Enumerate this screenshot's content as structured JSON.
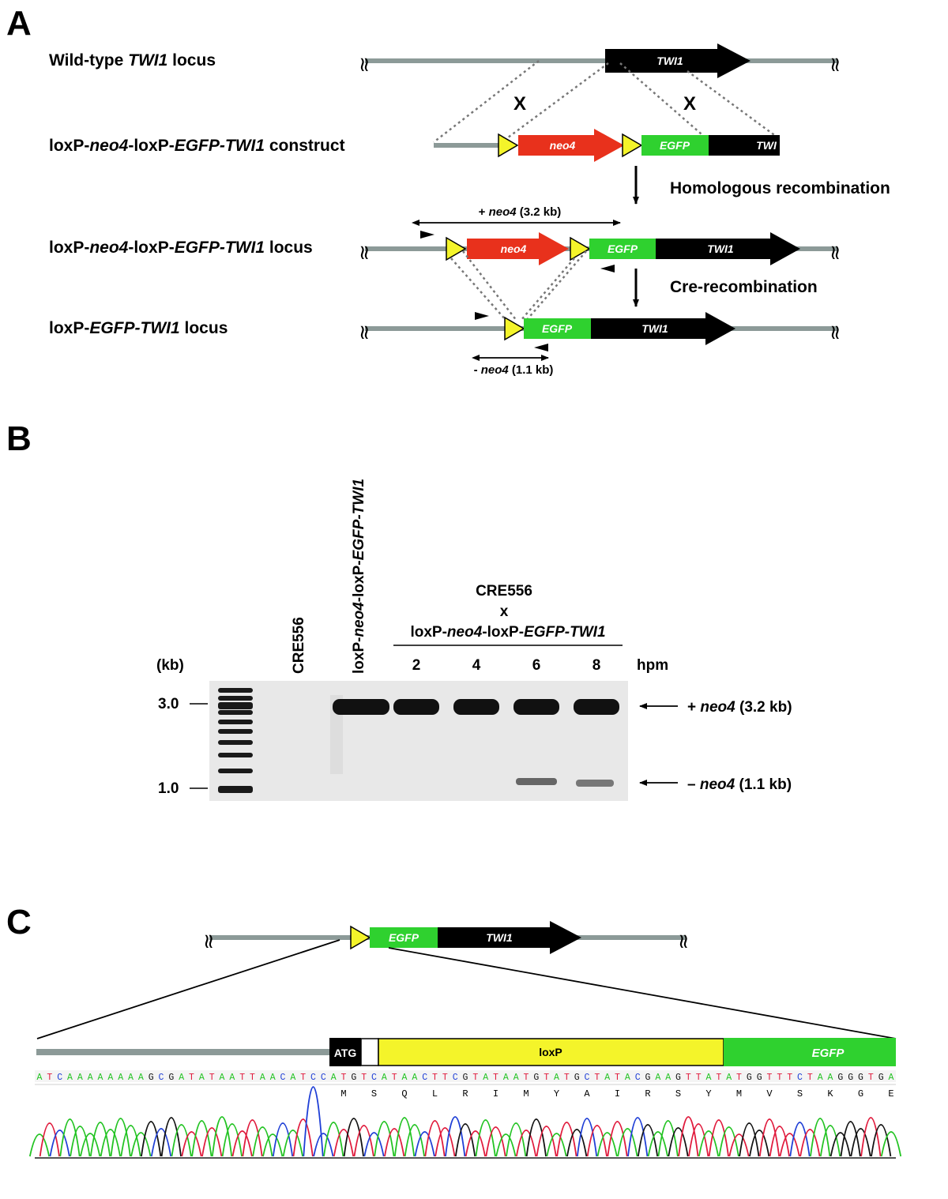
{
  "colors": {
    "backbone": "#8c9a98",
    "twi1": "#000000",
    "neo4": "#e8311c",
    "egfp": "#2fd12f",
    "loxp": "#f4f42a",
    "gel_bg": "#e8e8e8",
    "band": "#111111",
    "trace_a": "#22c322",
    "trace_c": "#1f3fd6",
    "trace_g": "#111111",
    "trace_t": "#e01a3c"
  },
  "panel_a": {
    "letter": "A",
    "wildtype": {
      "pre": "Wild-type ",
      "gene": "TWI1",
      "post": " locus"
    },
    "construct": {
      "p1": "loxP-",
      "p2": "neo4",
      "p3": "-loxP-",
      "p4": "EGFP-TWI1",
      "p5": " construct"
    },
    "locus1": {
      "p1": "loxP-",
      "p2": "neo4",
      "p3": "-loxP-",
      "p4": "EGFP-TWI1",
      "p5": " locus"
    },
    "locus2": {
      "p1": "loxP-",
      "p2": "EGFP-TWI1",
      "p3": " locus"
    },
    "genes": {
      "twi1": "TWI1",
      "twi_trunc": "TWI",
      "neo4": "neo4",
      "egfp": "EGFP"
    },
    "cross": "X",
    "homologous": "Homologous recombination",
    "cre": "Cre-recombination",
    "plus_neo": {
      "sign": "+ ",
      "gene": "neo4",
      "size": " (3.2 kb)"
    },
    "minus_neo": {
      "sign": "- ",
      "gene": "neo4",
      "size": " (1.1 kb)"
    },
    "break_symbol": "≈"
  },
  "panel_b": {
    "letter": "B",
    "lane_cre": "CRE556",
    "lane_lox": {
      "p1": "loxP-",
      "p2": "neo4",
      "p3": "-loxP-",
      "p4": "EGFP-TWI1"
    },
    "cross_title": "CRE556",
    "cross_x": "x",
    "cross_strain": {
      "p1": "loxP-",
      "p2": "neo4",
      "p3": "-loxP-",
      "p4": "EGFP-TWI1"
    },
    "timepoints": [
      "2",
      "4",
      "6",
      "8"
    ],
    "unit": "hpm",
    "kb_label": "(kb)",
    "marker_3": "3.0",
    "marker_1": "1.0",
    "band_plus": {
      "sign": "+ ",
      "gene": "neo4",
      "size": " (3.2 kb)"
    },
    "band_minus": {
      "sign": "– ",
      "gene": "neo4",
      "size": " (1.1 kb)"
    }
  },
  "panel_c": {
    "letter": "C",
    "egfp": "EGFP",
    "twi1": "TWI1",
    "atg": "ATG",
    "loxp": "loxP",
    "egfp_box": "EGFP",
    "sequence": "ATCAAAAAAAAGCGATATAATTAACATCCATGTCATAACTTCGTATAATGTATGCTATACGAAGTTATATGGTTTCTAAGGGTGA",
    "amino_acids": [
      "M",
      "S",
      "Q",
      "L",
      "R",
      "I",
      "M",
      "Y",
      "A",
      "I",
      "R",
      "S",
      "Y",
      "M",
      "V",
      "S",
      "K",
      "G",
      "E"
    ]
  }
}
